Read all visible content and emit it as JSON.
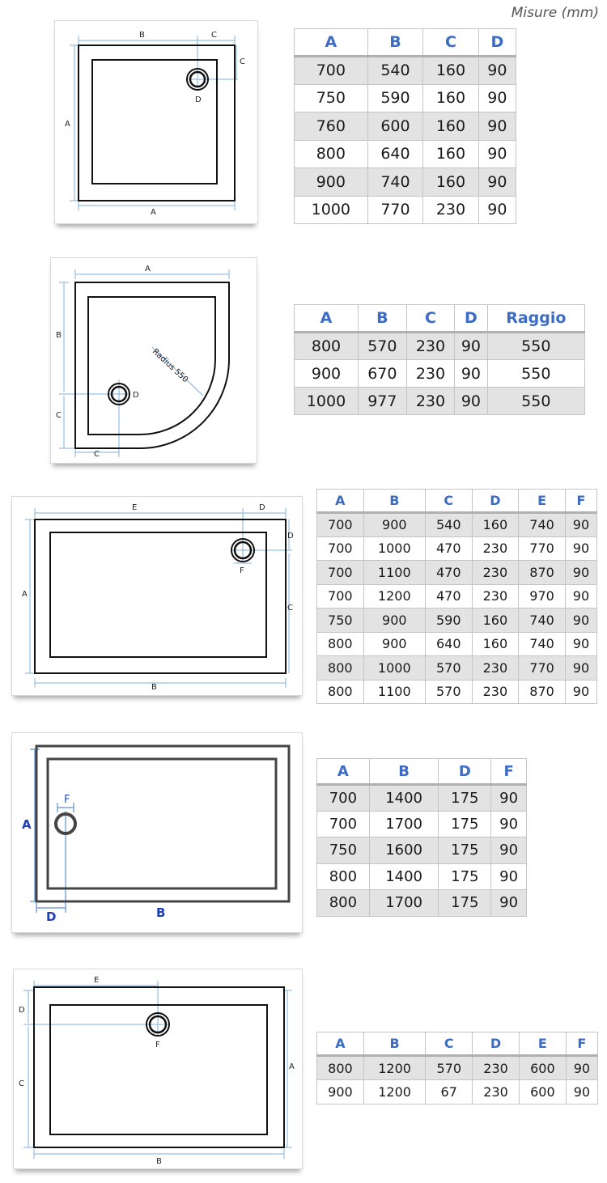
{
  "header": {
    "title": "Misure (mm)"
  },
  "diagrams": {
    "d1": {
      "labels": {
        "A_left": "A",
        "A_bottom": "A",
        "B": "B",
        "C_top": "C",
        "C_right": "C",
        "D": "D"
      }
    },
    "d2": {
      "labels": {
        "A": "A",
        "B": "B",
        "C_left": "C",
        "C_bottom": "C",
        "D": "D",
        "radius": "Radius 550"
      }
    },
    "d3": {
      "labels": {
        "A": "A",
        "B": "B",
        "C": "C",
        "D_top": "D",
        "D_right": "D",
        "E": "E",
        "F": "F"
      }
    },
    "d4": {
      "labels": {
        "A": "A",
        "B": "B",
        "D": "D",
        "F": "F"
      }
    },
    "d5": {
      "labels": {
        "A": "A",
        "B": "B",
        "C": "C",
        "D": "D",
        "E": "E",
        "F": "F"
      }
    }
  },
  "tables": [
    {
      "headers": [
        "A",
        "B",
        "C",
        "D"
      ],
      "rows": [
        [
          "700",
          "540",
          "160",
          "90"
        ],
        [
          "750",
          "590",
          "160",
          "90"
        ],
        [
          "760",
          "600",
          "160",
          "90"
        ],
        [
          "800",
          "640",
          "160",
          "90"
        ],
        [
          "900",
          "740",
          "160",
          "90"
        ],
        [
          "1000",
          "770",
          "230",
          "90"
        ]
      ]
    },
    {
      "headers": [
        "A",
        "B",
        "C",
        "D",
        "Raggio"
      ],
      "rows": [
        [
          "800",
          "570",
          "230",
          "90",
          "550"
        ],
        [
          "900",
          "670",
          "230",
          "90",
          "550"
        ],
        [
          "1000",
          "977",
          "230",
          "90",
          "550"
        ]
      ]
    },
    {
      "headers": [
        "A",
        "B",
        "C",
        "D",
        "E",
        "F"
      ],
      "rows": [
        [
          "700",
          "900",
          "540",
          "160",
          "740",
          "90"
        ],
        [
          "700",
          "1000",
          "470",
          "230",
          "770",
          "90"
        ],
        [
          "700",
          "1100",
          "470",
          "230",
          "870",
          "90"
        ],
        [
          "700",
          "1200",
          "470",
          "230",
          "970",
          "90"
        ],
        [
          "750",
          "900",
          "590",
          "160",
          "740",
          "90"
        ],
        [
          "800",
          "900",
          "640",
          "160",
          "740",
          "90"
        ],
        [
          "800",
          "1000",
          "570",
          "230",
          "770",
          "90"
        ],
        [
          "800",
          "1100",
          "570",
          "230",
          "870",
          "90"
        ]
      ]
    },
    {
      "headers": [
        "A",
        "B",
        "D",
        "F"
      ],
      "rows": [
        [
          "700",
          "1400",
          "175",
          "90"
        ],
        [
          "700",
          "1700",
          "175",
          "90"
        ],
        [
          "750",
          "1600",
          "175",
          "90"
        ],
        [
          "800",
          "1400",
          "175",
          "90"
        ],
        [
          "800",
          "1700",
          "175",
          "90"
        ]
      ]
    },
    {
      "headers": [
        "A",
        "B",
        "C",
        "D",
        "E",
        "F"
      ],
      "rows": [
        [
          "800",
          "1200",
          "570",
          "230",
          "600",
          "90"
        ],
        [
          "900",
          "1200",
          "67",
          "230",
          "600",
          "90"
        ]
      ]
    }
  ]
}
